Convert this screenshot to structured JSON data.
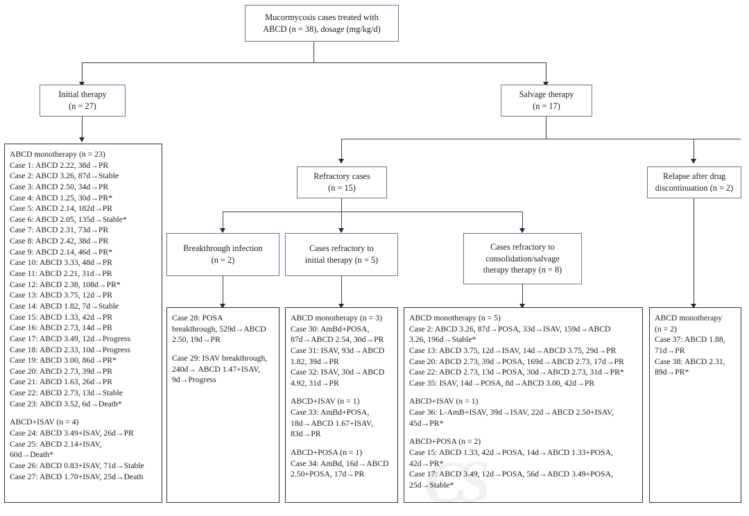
{
  "figure": {
    "type": "flowchart",
    "watermark": "CS"
  },
  "nodes": {
    "root": {
      "label": "Mucormycosis cases treated with\nABCD (n = 38), dosage (mg/kg/d)"
    },
    "initial_therapy": {
      "label": "Initial therapy\n(n = 27)"
    },
    "salvage_therapy": {
      "label": "Salvage therapy\n(n = 17)"
    },
    "refractory_cases": {
      "label": "Refractory cases\n(n = 15)"
    },
    "relapse_after_discontinuation": {
      "label": "Relapse after drug\ndiscontinuation (n = 2)"
    },
    "breakthrough_infection": {
      "label": "Breakthrough infection\n(n = 2)"
    },
    "refractory_to_initial": {
      "label": "Cases refractory to\ninitial therapy (n = 5)"
    },
    "refractory_to_consolidation": {
      "label": "Cases refractory to\nconsolidation/salvage\ntherapy therapy (n = 8)"
    }
  },
  "lists": {
    "initial_therapy_cases": {
      "groups": [
        {
          "heading": "ABCD monotherapy (n = 23)",
          "items": [
            "Case 1: ABCD 2.22, 38d→PR",
            "Case 2: ABCD 3.26, 87d→Stable",
            "Case 3: ABCD 2.50, 34d→PR",
            "Case 4: ABCD 1.25, 30d→PR*",
            "Case 5: ABCD 2.14, 182d→PR",
            "Case 6: ABCD 2.05, 135d→Stable*",
            "Case 7: ABCD 2.31, 73d→PR",
            "Case 8: ABCD 2.42, 38d→PR",
            "Case 9: ABCD 2.14, 46d→PR*",
            "Case 10: ABCD 3.33, 48d→PR",
            "Case 11: ABCD 2.21, 31d→PR",
            "Case 12: ABCD 2.38, 108d→PR*",
            "Case 13: ABCD 3.75, 12d→PR",
            "Case 14: ABCD 1.82, 7d→Stable",
            "Case 15: ABCD 1.33, 42d→PR",
            "Case 16: ABCD 2.73, 14d→PR",
            "Case 17: ABCD 3.49, 12d→Progress",
            "Case 18: ABCD 2.33, 10d→Progress",
            "Case 19: ABCD 3.00, 86d→PR*",
            "Case 20: ABCD 2.73, 39d→PR",
            "Case 21: ABCD 1.63, 26d→PR",
            "Case 22: ABCD 2.73, 13d→Stable",
            "Case 23: ABCD 3.52, 6d→Death*"
          ]
        },
        {
          "heading": "ABCD+ISAV (n = 4)",
          "items": [
            "Case 24: ABCD 3.49+ISAV, 26d→PR",
            "Case 25: ABCD 2.14+ISAV,\n60d→Death*",
            "Case 26: ABCD 0.83+ISAV, 71d→Stable",
            "Case 27: ABCD 1.70+ISAV, 25d→Death"
          ]
        }
      ]
    },
    "breakthrough_cases": {
      "groups": [
        {
          "heading": "",
          "items": [
            "Case 28: POSA\nbreakthrough, 529d→ABCD\n2.50, 19d→PR"
          ]
        },
        {
          "heading": "",
          "items": [
            "Case 29: ISAV breakthrough,\n240d→ ABCD 1.47+ISAV,\n9d→Progress"
          ]
        }
      ]
    },
    "refractory_initial_cases": {
      "groups": [
        {
          "heading": "ABCD monotherapy (n = 3)",
          "items": [
            "Case 30: AmBd+POSA,\n87d→ABCD 2.54, 30d→PR",
            "Case 31: ISAV, 93d→ABCD\n1.82, 39d→PR",
            "Case 32: ISAV, 30d→ABCD\n4.92, 31d→PR"
          ]
        },
        {
          "heading": "ABCD+ISAV (n = 1)",
          "items": [
            "Case 33: AmBd+POSA,\n18d→ABCD 1.67+ISAV,\n83d→PR"
          ]
        },
        {
          "heading": "ABCD+POSA (n = 1)",
          "items": [
            "Case 34: AmBd, 16d→ABCD\n2.50+POSA, 17d→PR"
          ]
        }
      ]
    },
    "refractory_consolidation_cases": {
      "groups": [
        {
          "heading": "ABCD monotherapy (n = 5)",
          "items": [
            "Case 2: ABCD 3.26, 87d→POSA, 33d→ISAV, 159d→ABCD\n3.26, 196d→Stable*",
            "Case 13: ABCD 3.75, 12d→ISAV, 14d→ABCD 3.75, 29d→PR",
            "Case 20: ABCD 2.73, 39d→POSA, 169d→ABCD 2.73, 17d→PR",
            "Case 22: ABCD 2.73, 13d→POSA, 30d→ABCD 2.73, 31d→PR*",
            "Case 35: ISAV, 14d→POSA, 8d→ABCD 3.00, 42d→PR"
          ]
        },
        {
          "heading": "ABCD+ISAV (n = 1)",
          "items": [
            "Case 36: L-AmB+ISAV, 39d→ISAV, 22d→ABCD 2.50+ISAV,\n45d→PR*"
          ]
        },
        {
          "heading": "ABCD+POSA (n = 2)",
          "items": [
            "Case 15: ABCD 1.33, 42d→POSA, 14d→ABCD 1.33+POSA,\n42d→PR*",
            "Case 17: ABCD 3.49, 12d→POSA, 56d→ABCD 3.49+POSA,\n25d→Stable*"
          ]
        }
      ]
    },
    "relapse_cases": {
      "groups": [
        {
          "heading": "ABCD monotherapy\n(n = 2)",
          "items": [
            "Case 37: ABCD 1.88,\n71d→PR",
            "Case 38: ABCD 2.31,\n89d→PR*"
          ]
        }
      ]
    }
  }
}
